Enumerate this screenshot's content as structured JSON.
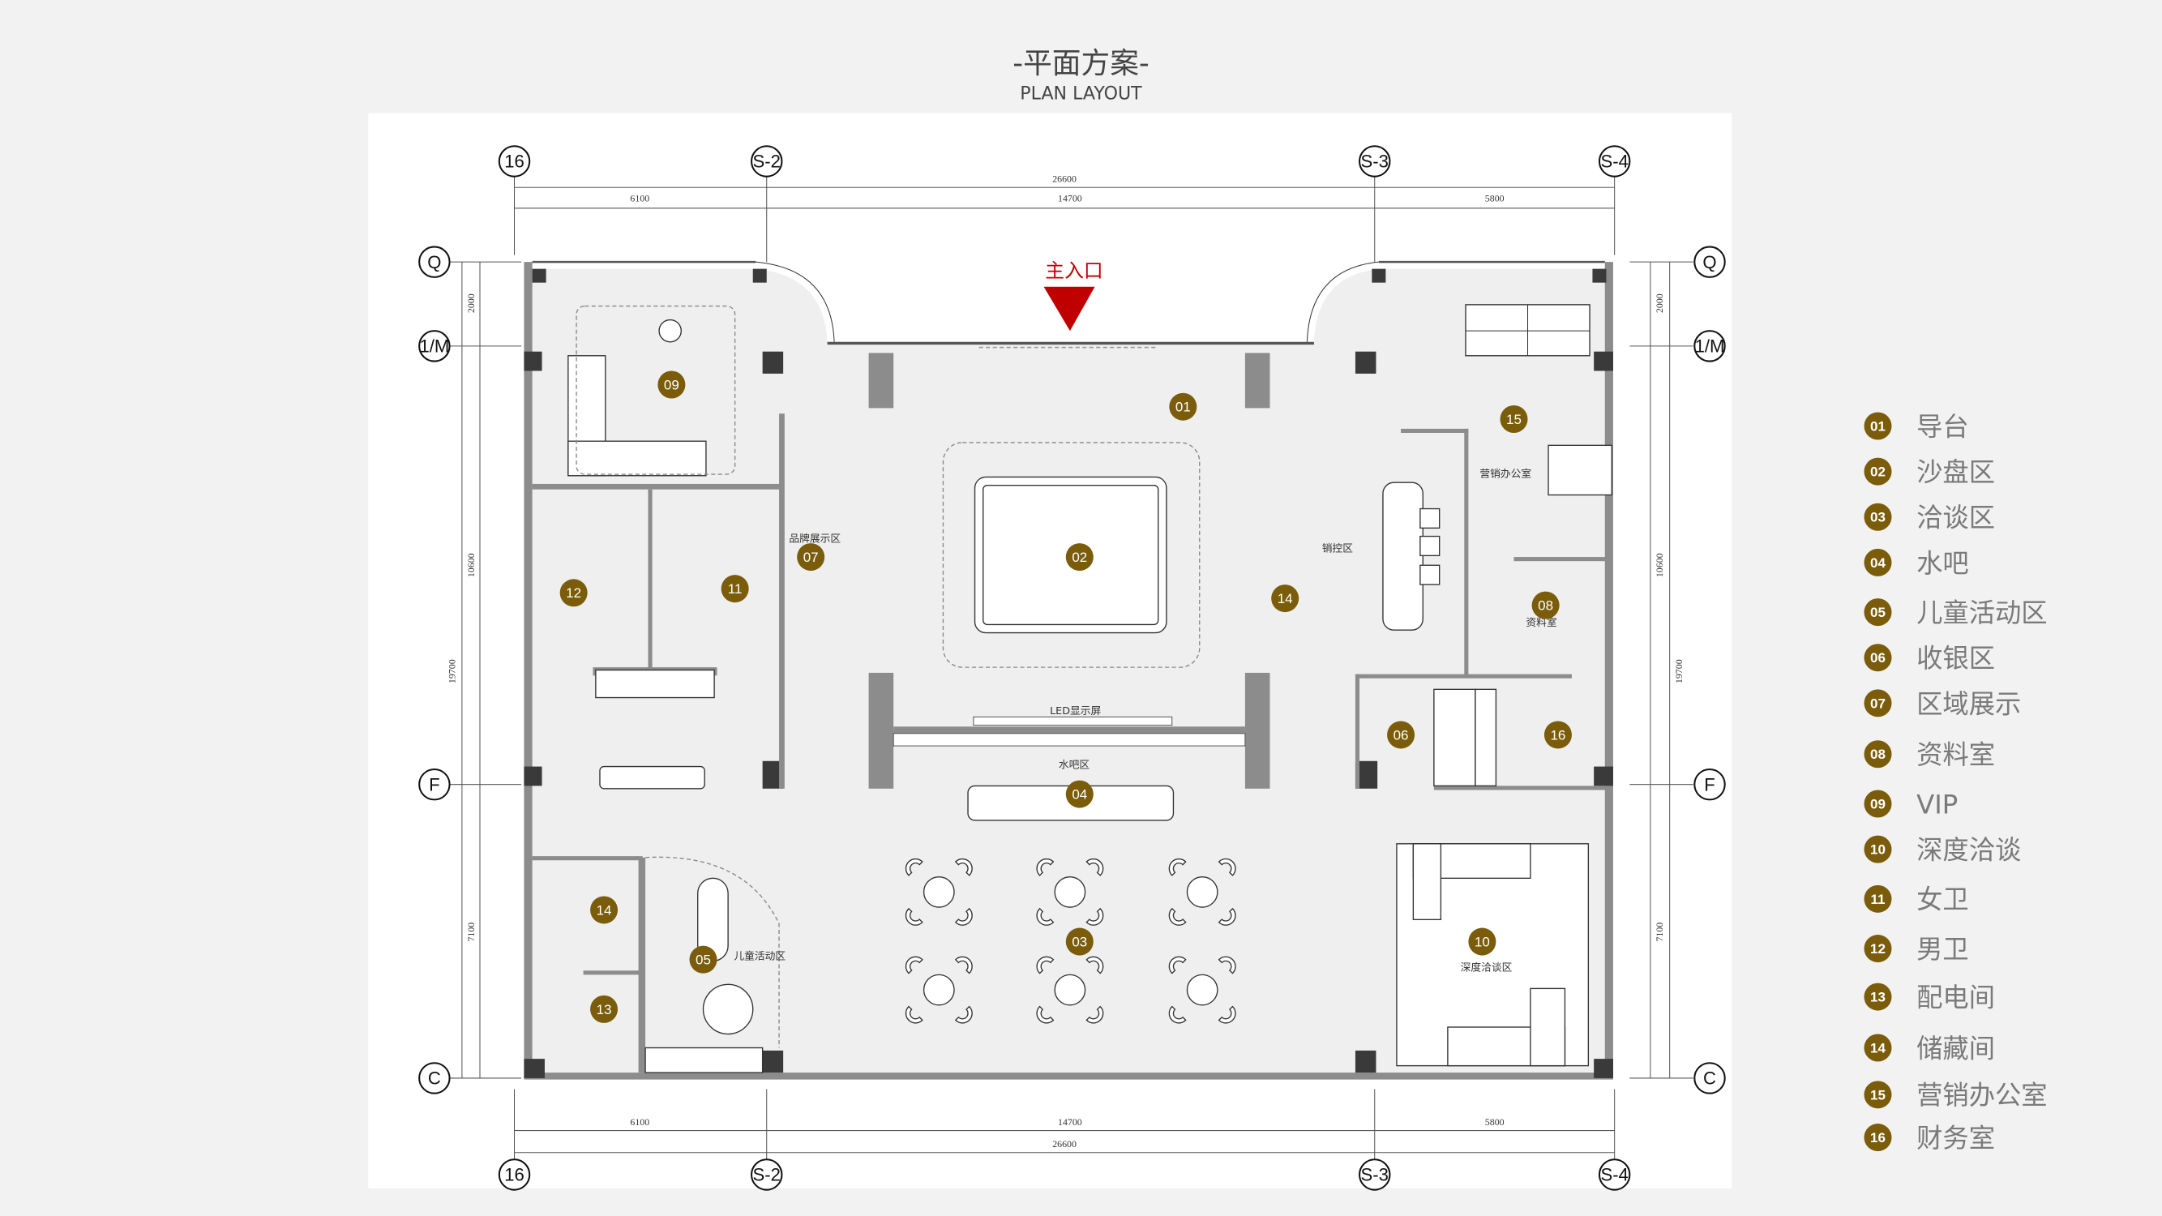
{
  "header": {
    "title": "-平面方案-",
    "subtitle": "PLAN LAYOUT"
  },
  "colors": {
    "marker": "#7a5c0a",
    "entrance": "#c00000",
    "floor": "#efefef",
    "wall": "#8c8c8c",
    "column": "#3a3a3a"
  },
  "plan": {
    "entrance_label": "主入口",
    "axes": {
      "columns": [
        "16",
        "S-2",
        "S-3",
        "S-4"
      ],
      "rows": [
        "Q",
        "1/M",
        "F",
        "C"
      ]
    },
    "dimensions": {
      "top_total": "26600",
      "top_segments": [
        "6100",
        "14700",
        "5800"
      ],
      "bottom_total": "26600",
      "bottom_segments": [
        "6100",
        "14700",
        "5800"
      ],
      "left_segments": [
        "2000",
        "10600",
        "7100"
      ],
      "left_total": "19700",
      "right_segments": [
        "2000",
        "10600",
        "7100"
      ],
      "right_total": "19700"
    },
    "room_labels": {
      "brand_display": "品牌展示区",
      "sales_control": "销控区",
      "sales_office": "营销办公室",
      "led_screen": "LED显示屏",
      "water_bar": "水吧区",
      "kids_area": "儿童活动区",
      "deep_talk": "深度洽谈区",
      "archive": "资料室"
    },
    "markers": [
      "01",
      "02",
      "03",
      "04",
      "05",
      "06",
      "07",
      "08",
      "09",
      "10",
      "11",
      "12",
      "13",
      "14",
      "14",
      "15",
      "16"
    ]
  },
  "legend": [
    {
      "num": "01",
      "label": "导台"
    },
    {
      "num": "02",
      "label": "沙盘区"
    },
    {
      "num": "03",
      "label": "洽谈区"
    },
    {
      "num": "04",
      "label": "水吧"
    },
    {
      "num": "05",
      "label": "儿童活动区"
    },
    {
      "num": "06",
      "label": "收银区"
    },
    {
      "num": "07",
      "label": "区域展示"
    },
    {
      "num": "08",
      "label": "资料室"
    },
    {
      "num": "09",
      "label": "VIP"
    },
    {
      "num": "10",
      "label": "深度洽谈"
    },
    {
      "num": "11",
      "label": "女卫"
    },
    {
      "num": "12",
      "label": "男卫"
    },
    {
      "num": "13",
      "label": "配电间"
    },
    {
      "num": "14",
      "label": "储藏间"
    },
    {
      "num": "15",
      "label": "营销办公室"
    },
    {
      "num": "16",
      "label": "财务室"
    }
  ]
}
